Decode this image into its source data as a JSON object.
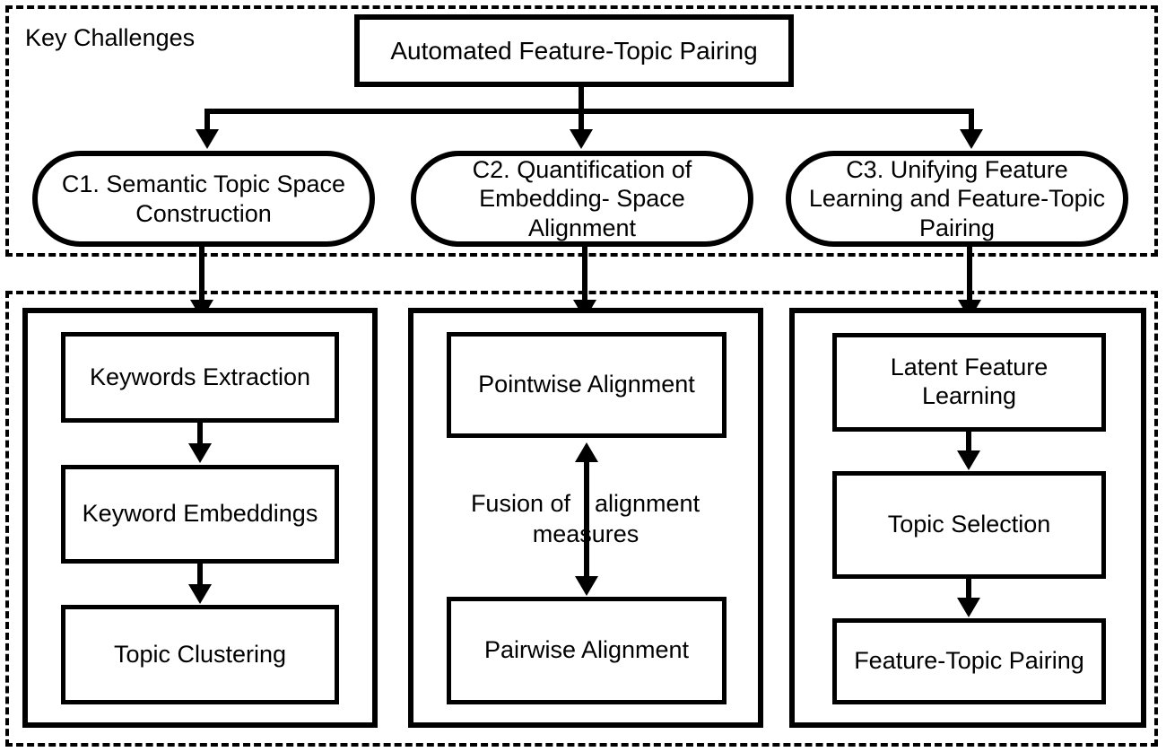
{
  "figure": {
    "title": "Automated Feature-Topic Pairing",
    "sections": {
      "challenges_caption": "Key Challenges"
    }
  },
  "root_node": {
    "label": "Automated Feature-Topic Pairing"
  },
  "challenges": [
    {
      "id": "C1",
      "label": "C1. Semantic Topic Space Construction"
    },
    {
      "id": "C2",
      "label": "C2. Quantification of Embedding- Space Alignment"
    },
    {
      "id": "C3",
      "label": "C3. Unifying Feature Learning and Feature-Topic Pairing"
    }
  ],
  "columns": [
    {
      "id": "col1",
      "for_challenge": "C1",
      "steps": [
        {
          "label": "Keywords Extraction"
        },
        {
          "label": "Keyword Embeddings"
        },
        {
          "label": "Topic Clustering"
        }
      ],
      "connector": "single-down"
    },
    {
      "id": "col2",
      "for_challenge": "C2",
      "steps": [
        {
          "label": "Pointwise Alignment"
        },
        {
          "label": "Pairwise Alignment"
        }
      ],
      "connector": "double-headed",
      "edge_label": {
        "left": "Fusion of",
        "right": "alignment",
        "bottom": "measures",
        "full": "Fusion of alignment measures"
      }
    },
    {
      "id": "col3",
      "for_challenge": "C3",
      "steps": [
        {
          "label": "Latent Feature Learning"
        },
        {
          "label": "Topic Selection"
        },
        {
          "label": "Feature-Topic Pairing"
        }
      ],
      "connector": "single-down"
    }
  ],
  "colors": {
    "stroke": "#000000",
    "background": "#ffffff",
    "text": "#000000"
  }
}
